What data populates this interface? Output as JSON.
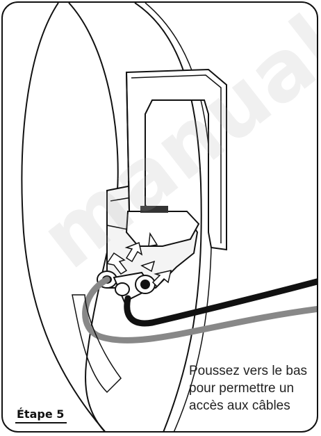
{
  "caption": {
    "line1": "Poussez vers le bas",
    "line2": "pour permettre un",
    "line3": "accès aux câbles"
  },
  "step": {
    "label": "Étape 5"
  },
  "watermark": {
    "text": "manualslib"
  }
}
